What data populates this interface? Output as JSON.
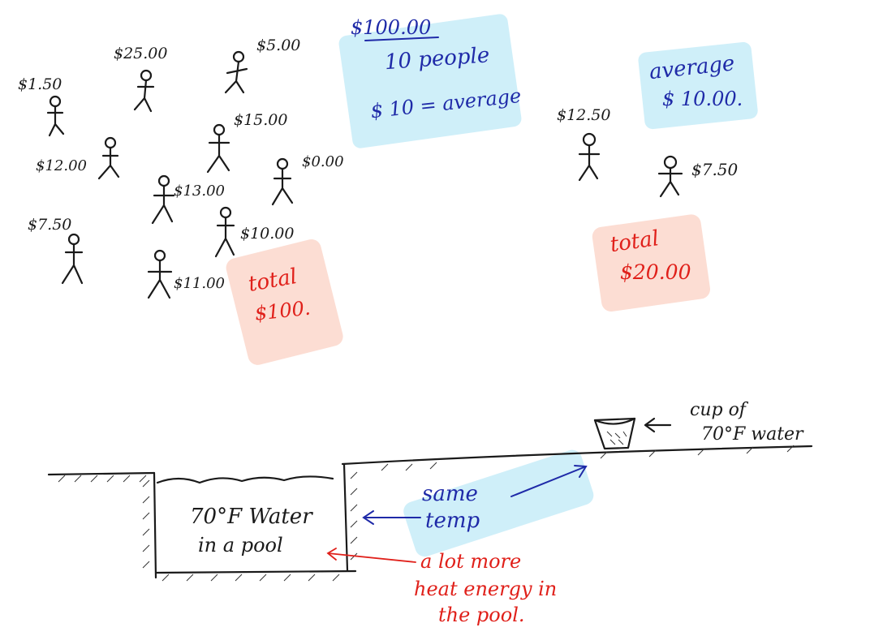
{
  "left_group": {
    "people": [
      {
        "id": "p1",
        "amount": "$1.50"
      },
      {
        "id": "p2",
        "amount": "$25.00"
      },
      {
        "id": "p3",
        "amount": "$5.00"
      },
      {
        "id": "p4",
        "amount": "$12.00"
      },
      {
        "id": "p5",
        "amount": "$15.00"
      },
      {
        "id": "p6",
        "amount": "$13.00"
      },
      {
        "id": "p7",
        "amount": "$0.00"
      },
      {
        "id": "p8",
        "amount": "$7.50"
      },
      {
        "id": "p9",
        "amount": "$10.00"
      },
      {
        "id": "p10",
        "amount": "$11.00"
      }
    ],
    "total_label": "total",
    "total_value": "$100."
  },
  "average_calc": {
    "numerator": "$100.00",
    "denominator": "10 people",
    "result": "$ 10 = average"
  },
  "right_group": {
    "average_label": "average",
    "average_value": "$ 10.00.",
    "people": [
      {
        "id": "r1",
        "amount": "$12.50"
      },
      {
        "id": "r2",
        "amount": "$7.50"
      }
    ],
    "total_label": "total",
    "total_value": "$20.00"
  },
  "bottom": {
    "cup_label_line1": "cup of",
    "cup_label_line2": "70°F water",
    "pool_label_line1": "70°F Water",
    "pool_label_line2": "in a pool",
    "same_temp_line1": "same",
    "same_temp_line2": "temp",
    "heat_line1": "a lot more",
    "heat_line2": "heat energy in",
    "heat_line3": "the pool."
  },
  "colors": {
    "ink_black": "#1a1a1a",
    "ink_blue": "#1f2aa8",
    "ink_red": "#e0201a",
    "highlight_cyan": "#bfe9f7",
    "highlight_orange": "#fbd2c4"
  }
}
